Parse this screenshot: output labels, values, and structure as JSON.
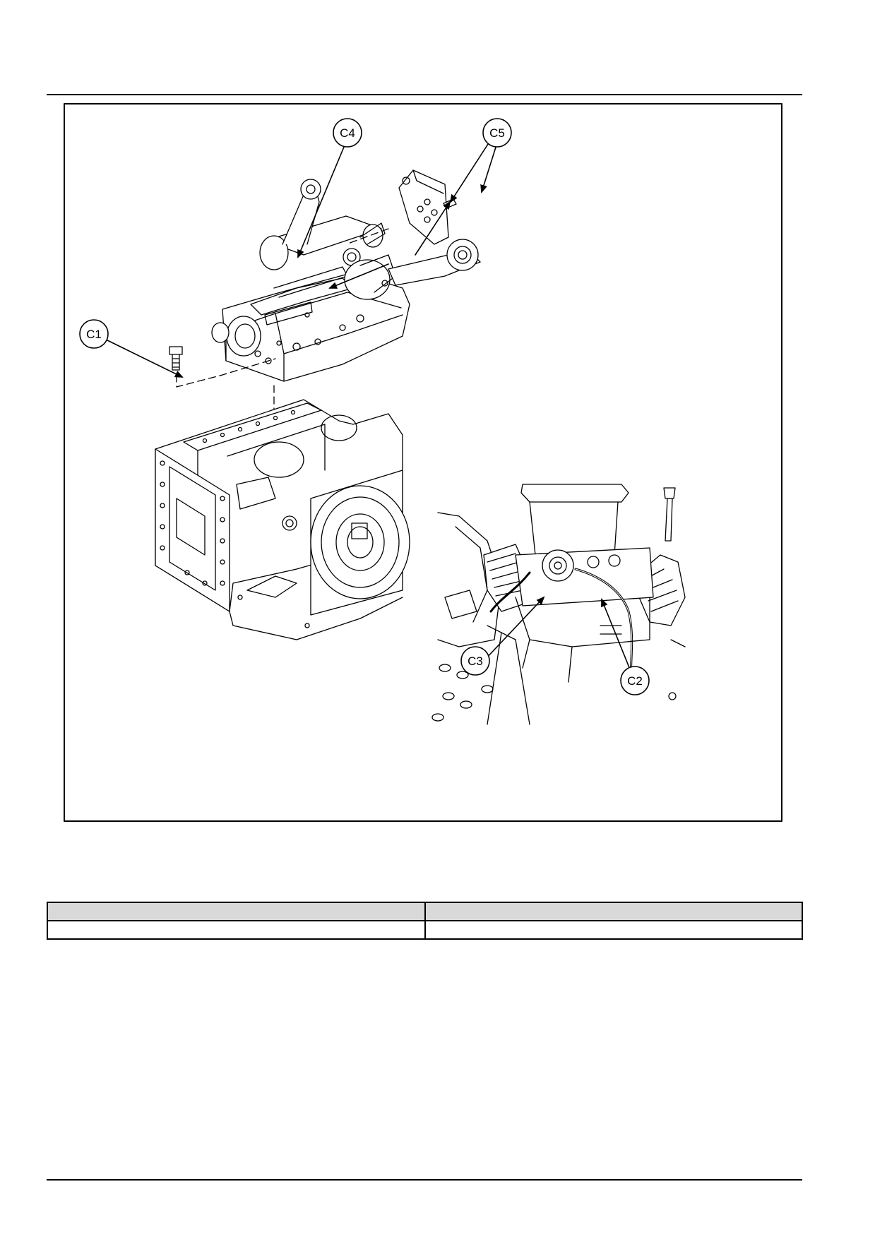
{
  "figure": {
    "callouts": [
      {
        "id": "c1",
        "label": "C1"
      },
      {
        "id": "c2",
        "label": "C2"
      },
      {
        "id": "c3",
        "label": "C3"
      },
      {
        "id": "c4",
        "label": "C4"
      },
      {
        "id": "c5",
        "label": "C5"
      }
    ]
  },
  "table": {
    "header": [
      "",
      ""
    ],
    "rows": [
      [
        "",
        ""
      ]
    ]
  },
  "colors": {
    "line": "#000000",
    "table_header": "#d9d9d9"
  }
}
